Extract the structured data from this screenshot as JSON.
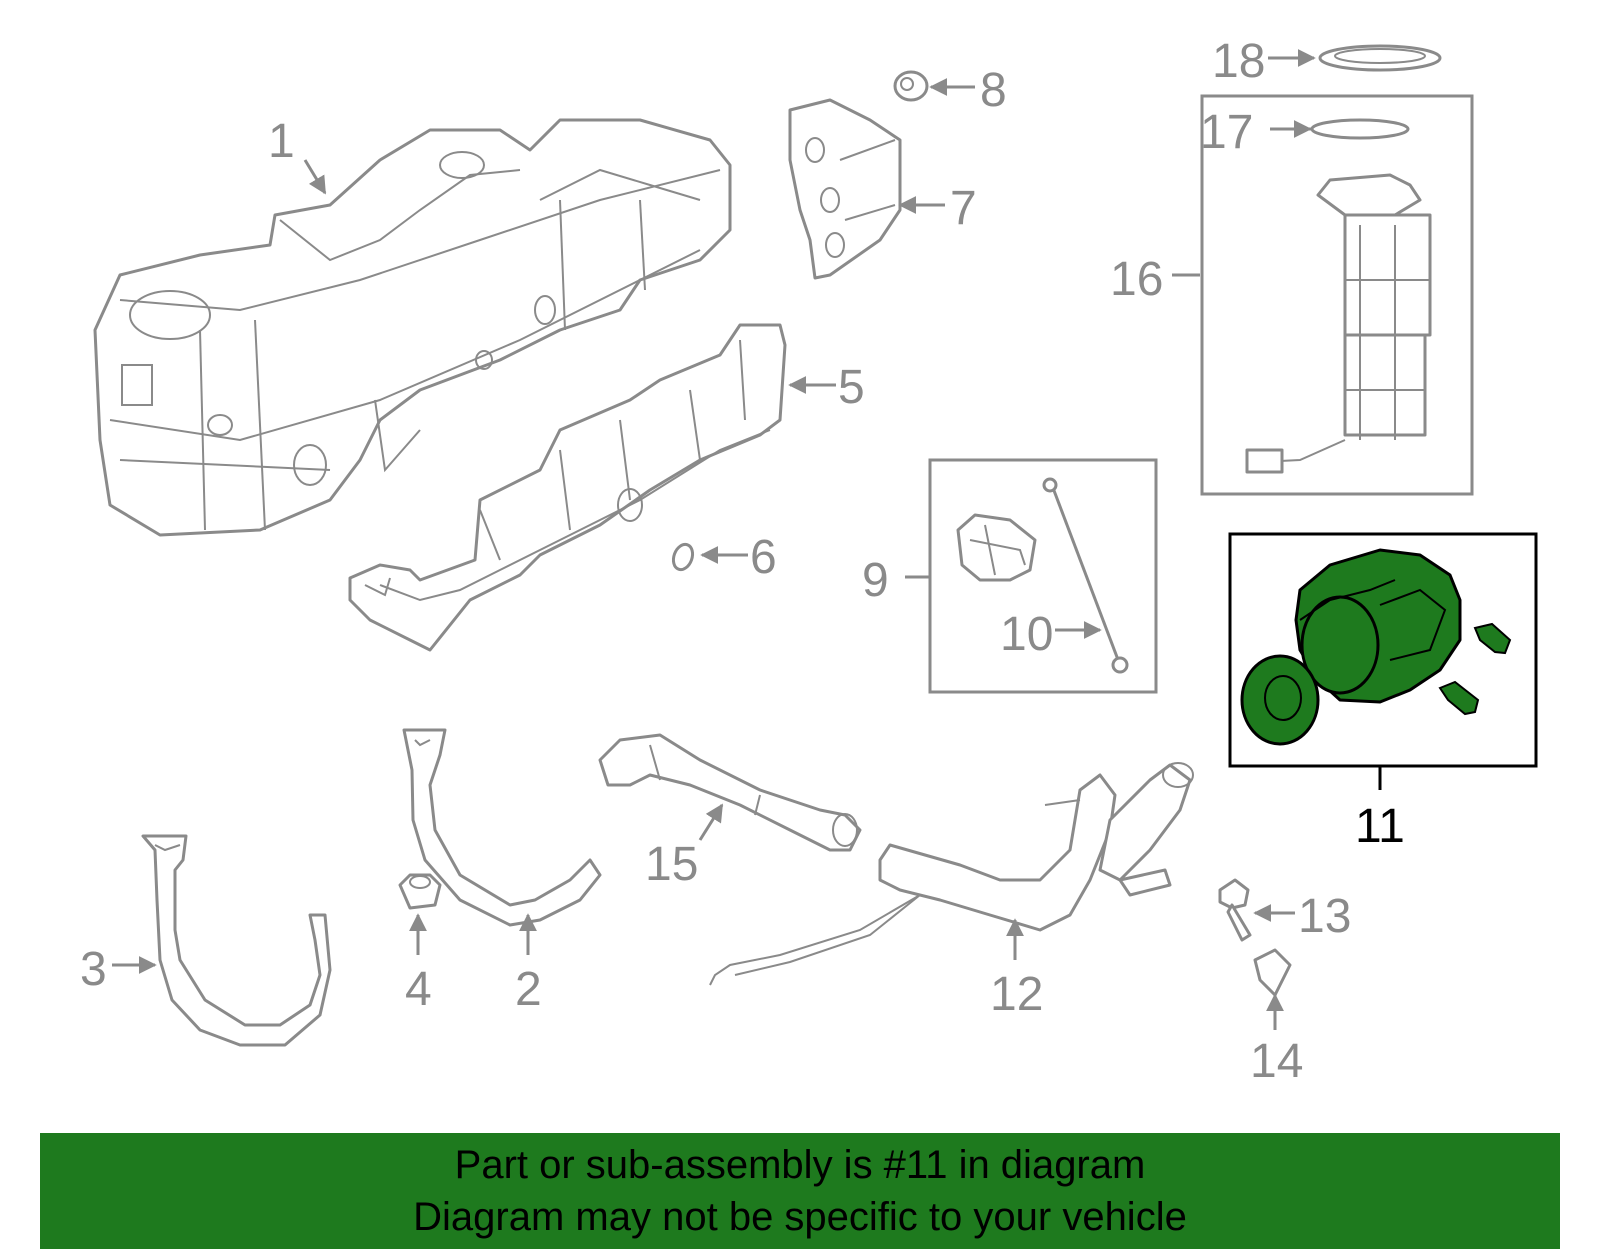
{
  "callouts": {
    "c1": "1",
    "c2": "2",
    "c3": "3",
    "c4": "4",
    "c5": "5",
    "c6": "6",
    "c7": "7",
    "c8": "8",
    "c9": "9",
    "c10": "10",
    "c11": "11",
    "c12": "12",
    "c13": "13",
    "c14": "14",
    "c15": "15",
    "c16": "16",
    "c17": "17",
    "c18": "18"
  },
  "highlighted_part": "11",
  "colors": {
    "highlight_fill": "#1e7a1e",
    "line_art": "#8a8a8a",
    "highlight_box": "#000000",
    "banner_bg": "#1e7a1e"
  },
  "banner": {
    "line1": "Part or sub-assembly is #11 in diagram",
    "line2": "Diagram may not be specific to your vehicle"
  }
}
